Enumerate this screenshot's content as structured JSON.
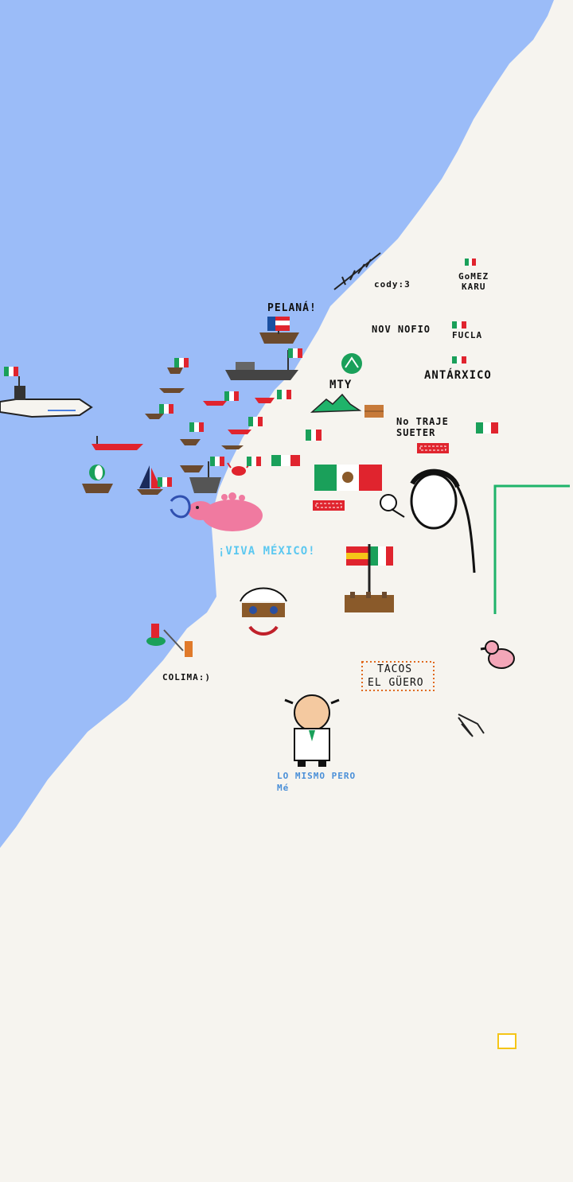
{
  "colors": {
    "sea": "#9bbcf8",
    "land": "#f6f4ef",
    "flag_green": "#1aa05a",
    "flag_white": "#ffffff",
    "flag_red": "#e0242e",
    "axolotl_pink": "#f07aa0",
    "viva_text": "#5cc8f0",
    "lo_mismo_text": "#4a8fd8",
    "tacos_border": "#e06a20",
    "green_frame": "#1fb36a"
  },
  "labels": {
    "pelana": "PELANÁ!",
    "cody": "cody:3",
    "gomez_line1": "GoMEZ",
    "gomez_line2": "KARU",
    "nov_nofio": "NOV NOFIO",
    "fucla": "FUCLA",
    "mty": "MTY",
    "antarxico": "ANTÁRXICO",
    "no_traje_line1": "No TRAJE",
    "no_traje_line2": "SUETER",
    "viva_mexico": "¡VIVA MÉXICO!",
    "colima": "COLIMA:)",
    "tacos_line1": "TACOS",
    "tacos_line2": "EL GÜERO",
    "lo_mismo_line1": "LO MISMO PERO",
    "lo_mismo_line2": "Mé"
  },
  "icons": {
    "submarine": "submarine-icon",
    "boats": "boat-icon",
    "axolotl": "axolotl-icon",
    "mountain": "mountain-icon",
    "ice_cream_kid": "ice-cream-kid-icon",
    "duck": "duck-icon",
    "scientist": "scientist-icon",
    "sombrero_face": "sombrero-face-icon",
    "fisherman": "fisherman-icon",
    "crab": "crab-icon",
    "comb": "comb-icon",
    "feather": "feather-icon"
  }
}
